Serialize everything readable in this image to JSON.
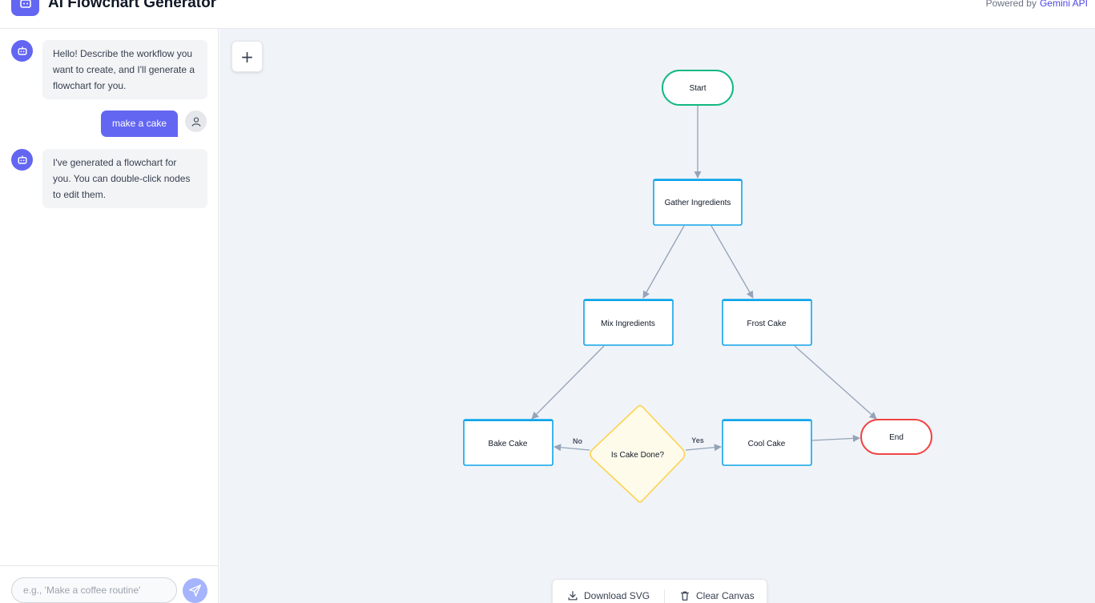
{
  "header": {
    "title": "AI Flowchart Generator",
    "powered_by": "Powered by",
    "brand": "Gemini API"
  },
  "chat": {
    "messages": [
      {
        "role": "bot",
        "text": "Hello! Describe the workflow you want to create, and I'll generate a flowchart for you."
      },
      {
        "role": "user",
        "text": "make a cake"
      },
      {
        "role": "bot",
        "text": "I've generated a flowchart for you. You can double-click nodes to edit them."
      }
    ],
    "input_placeholder": "e.g., 'Make a coffee routine'"
  },
  "canvas": {
    "zoom_label": "+",
    "nodes": {
      "start": "Start",
      "gather": "Gather Ingredients",
      "mix": "Mix Ingredients",
      "frost": "Frost Cake",
      "bake": "Bake Cake",
      "decision": "Is Cake Done?",
      "cool": "Cool Cake",
      "end": "End"
    },
    "edge_labels": {
      "no": "No",
      "yes": "Yes"
    }
  },
  "toolbar": {
    "download_label": "Download SVG",
    "clear_label": "Clear Canvas"
  },
  "colors": {
    "accent": "#6366f1",
    "process_border": "#0ea5e9",
    "start_border": "#10b981",
    "end_border": "#ef4444",
    "decision_border": "#fcd34d",
    "decision_fill": "#fffbeb",
    "edge": "#94a3b8"
  },
  "icons": {
    "logo": "robot-icon",
    "bot_avatar": "robot-icon",
    "user_avatar": "user-icon",
    "send": "send-icon",
    "download": "download-icon",
    "clear": "trash-icon"
  }
}
